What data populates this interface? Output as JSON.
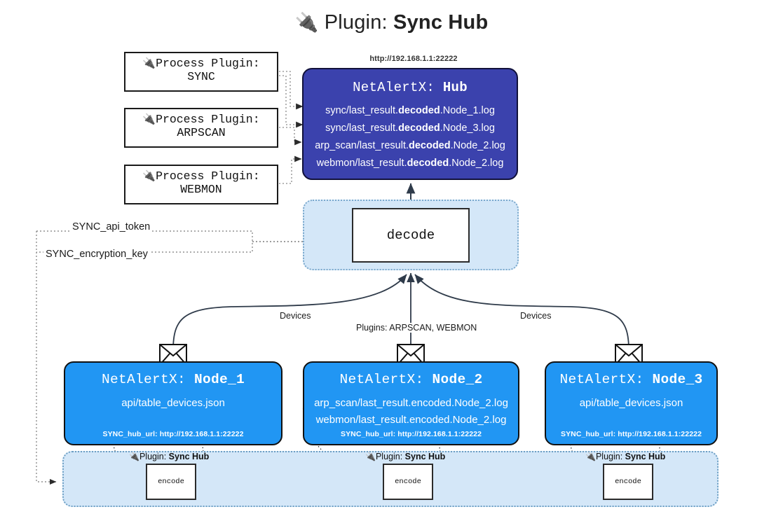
{
  "title": {
    "prefix": "Plugin:",
    "name": "Sync Hub",
    "icon": "plug-icon"
  },
  "process_plugins": [
    {
      "label": "Process Plugin:",
      "name": "SYNC",
      "icon": "plug-icon"
    },
    {
      "label": "Process Plugin:",
      "name": "ARPSCAN",
      "icon": "plug-icon"
    },
    {
      "label": "Process Plugin:",
      "name": "WEBMON",
      "icon": "plug-icon"
    }
  ],
  "hub": {
    "url": "http://192.168.1.1:22222",
    "title_prefix": "NetAlertX:",
    "title_name": "Hub",
    "logs": [
      {
        "pre": "sync/last_result.",
        "mid": "decoded",
        "post": ".Node_1.log"
      },
      {
        "pre": "sync/last_result.",
        "mid": "decoded",
        "post": ".Node_3.log"
      },
      {
        "pre": "arp_scan/last_result.",
        "mid": "decoded",
        "post": ".Node_2.log"
      },
      {
        "pre": "webmon/last_result.",
        "mid": "decoded",
        "post": ".Node_2.log"
      }
    ]
  },
  "decode": {
    "label": "decode"
  },
  "env": {
    "api_token": "SYNC_api_token",
    "encryption_key": "SYNC_encryption_key"
  },
  "edge_labels": {
    "devices_left": "Devices",
    "devices_right": "Devices",
    "plugins_center": "Plugins: ARPSCAN, WEBMON"
  },
  "nodes": [
    {
      "title_prefix": "NetAlertX:",
      "title_name": "Node_1",
      "lines": [
        "api/table_devices.json"
      ],
      "footer": "SYNC_hub_url: http://192.168.1.1:22222"
    },
    {
      "title_prefix": "NetAlertX:",
      "title_name": "Node_2",
      "lines": [
        "arp_scan/last_result.encoded.Node_2.log",
        "webmon/last_result.encoded.Node_2.log"
      ],
      "footer": "SYNC_hub_url: http://192.168.1.1:22222"
    },
    {
      "title_prefix": "NetAlertX:",
      "title_name": "Node_3",
      "lines": [
        "api/table_devices.json"
      ],
      "footer": "SYNC_hub_url: http://192.168.1.1:22222"
    }
  ],
  "plugin_instances": [
    {
      "caption_prefix": "Plugin:",
      "caption_name": "Sync Hub",
      "encode_label": "encode",
      "icon": "plug-icon"
    },
    {
      "caption_prefix": "Plugin:",
      "caption_name": "Sync Hub",
      "encode_label": "encode",
      "icon": "plug-icon"
    },
    {
      "caption_prefix": "Plugin:",
      "caption_name": "Sync Hub",
      "encode_label": "encode",
      "icon": "plug-icon"
    }
  ],
  "colors": {
    "hub_fill": "#3b42ad",
    "node_fill": "#2196f3",
    "region_fill": "#d4e7f8",
    "stroke": "#111111",
    "background": "#ffffff"
  }
}
